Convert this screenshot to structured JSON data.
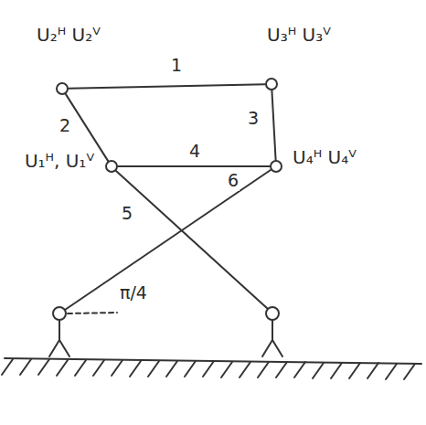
{
  "diagram": {
    "nodes": [
      {
        "text": [
          "U₂ᴴ U₂ⱽ"
        ]
      },
      {
        "text": [
          "U₃ᴴ U₃ⱽ"
        ]
      },
      {
        "text": [
          "U₁ᴴ, U₁ⱽ"
        ]
      },
      {
        "text": [
          "U₄ᴴ U₄ⱽ"
        ]
      }
    ],
    "edges": [
      {
        "from": 0,
        "to": 1,
        "arrow": "none",
        "label": "1"
      },
      {
        "from": 0,
        "to": 2,
        "arrow": "none",
        "label": "2"
      },
      {
        "from": 1,
        "to": 3,
        "arrow": "none",
        "label": "3"
      },
      {
        "from": 2,
        "to": 3,
        "arrow": "none",
        "label": "4"
      }
    ],
    "labels": [
      "5",
      "6",
      "π/4"
    ]
  }
}
